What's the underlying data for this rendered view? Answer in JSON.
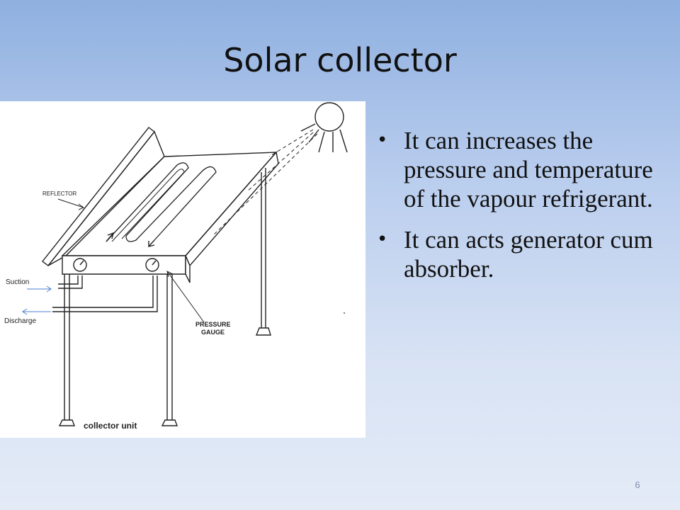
{
  "slide": {
    "title": "Solar collector",
    "bullets": [
      "It can increases the pressure and temperature of the vapour refrigerant.",
      "It can acts generator cum absorber."
    ],
    "page_number": "6"
  },
  "diagram": {
    "labels": {
      "reflector": "REFLECTOR",
      "suction": "Suction",
      "discharge": "Discharge",
      "pressure_gauge_line1": "PRESSURE",
      "pressure_gauge_line2": "GAUGE",
      "caption": "collector unit"
    }
  }
}
